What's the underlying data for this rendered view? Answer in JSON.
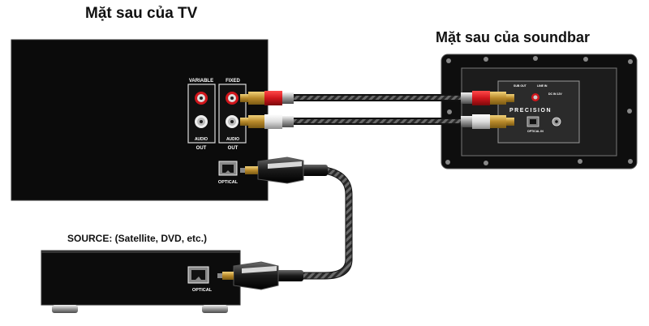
{
  "tv": {
    "title": "Mặt sau của TV",
    "variable_label": "VARIABLE",
    "fixed_label": "FIXED",
    "audio_label": "AUDIO",
    "out_label": "OUT",
    "optical_label": "OPTICAL"
  },
  "soundbar": {
    "title": "Mặt sau của soundbar",
    "brand": "PRECISION",
    "line_out_label": "SUB OUT",
    "line_in_label": "LINE IN",
    "optical_label": "OPTICAL IN",
    "dc_label": "DC IN 12V"
  },
  "source": {
    "title": "SOURCE: (Satellite, DVD, etc.)",
    "optical_label": "OPTICAL"
  },
  "colors": {
    "device_body": "#0b0b0b",
    "rca_red": "#d0161c",
    "rca_white": "#e6e6e6",
    "gold": "#c9a23a",
    "cable_braid": "#3a3a3a"
  }
}
